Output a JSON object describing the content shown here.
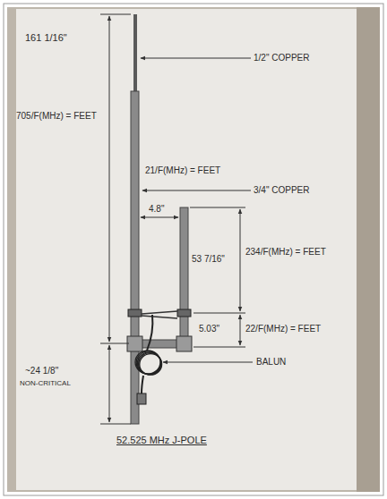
{
  "diagram": {
    "caption": "52.525 MHz J-POLE",
    "labels": [
      "1/2\" COPPER",
      "3/4\" COPPER",
      "161 1/16\"",
      "705/F(MHz) = FEET",
      "21/F(MHz) = FEET",
      "4.8\"",
      "53 7/16\"",
      "234/F(MHz) = FEET",
      "5.03\"",
      "22/F(MHz) = FEET",
      "BALUN",
      "~24 1/8\"",
      "NON-CRITICAL"
    ]
  }
}
